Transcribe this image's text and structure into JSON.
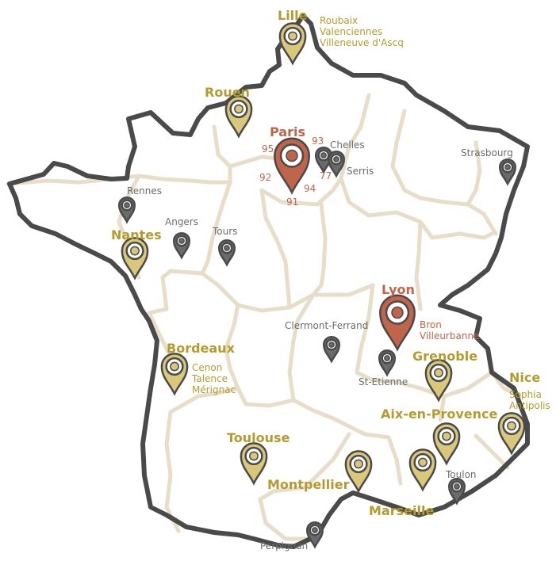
{
  "colors": {
    "gold": "#b59b2e",
    "gold_fill": "#d9c77a",
    "red": "#c1654a",
    "gray": "#6b6b6b",
    "border": "#4a4a4a",
    "regions": "#e8ddc8"
  },
  "cities_major": {
    "lille": "Lille",
    "rouen": "Rouen",
    "paris": "Paris",
    "nantes": "Nantes",
    "lyon": "Lyon",
    "bordeaux": "Bordeaux",
    "grenoble": "Grenoble",
    "nice": "Nice",
    "aix": "Aix-en-Provence",
    "toulouse": "Toulouse",
    "montpellier": "Montpellier",
    "marseille": "Marseille"
  },
  "cities_minor": {
    "rennes": "Rennes",
    "angers": "Angers",
    "tours": "Tours",
    "chelles": "Chelles",
    "serris": "Serris",
    "strasbourg": "Strasbourg",
    "clermont": "Clermont-Ferrand",
    "st_etienne": "St-Etienne",
    "toulon": "Toulon",
    "perpignan": "Perpignan"
  },
  "sublists": {
    "lille": [
      "Roubaix",
      "Valenciennes",
      "Villeneuve d'Ascq"
    ],
    "lyon": [
      "Bron",
      "Villeurbanne"
    ],
    "bordeaux": [
      "Cenon",
      "Talence",
      "Mérignac"
    ],
    "nice": [
      "Sophia",
      "Antipolis"
    ]
  },
  "paris_departments": {
    "d95": "95",
    "d93": "93",
    "d77": "77",
    "d92": "92",
    "d94": "94",
    "d91": "91"
  },
  "icons": {
    "marker_gold": "location-pin-gold",
    "marker_red": "location-pin-red",
    "marker_gray": "location-pin-gray"
  }
}
